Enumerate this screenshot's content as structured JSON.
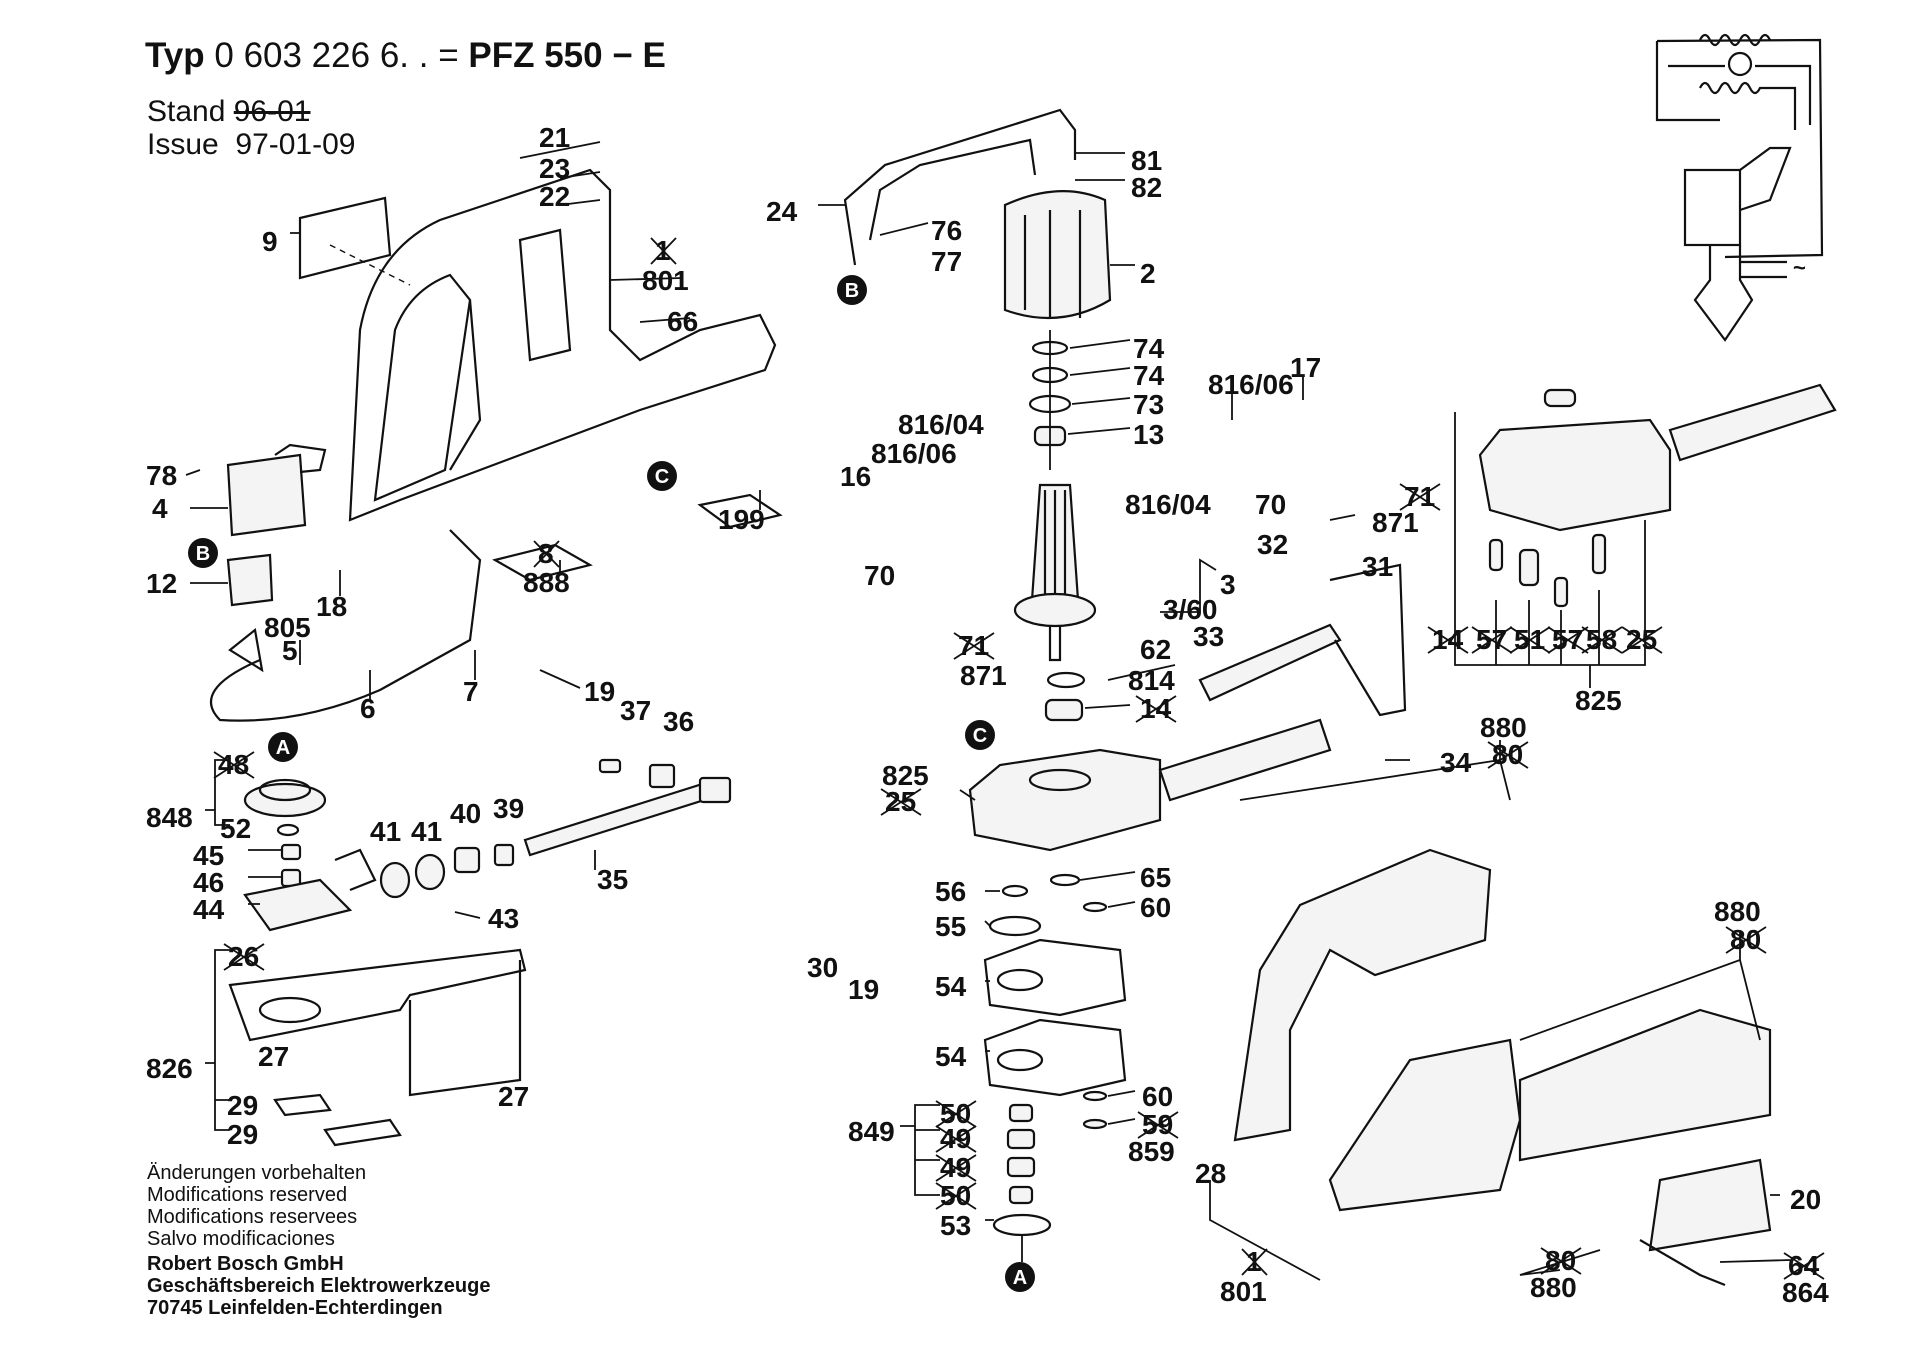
{
  "header": {
    "typ_label": "Typ",
    "type_number": "0 603 226",
    "type_suffix": "6. .",
    "equals": "=",
    "model": "PFZ 550 − E",
    "stand_label": "Stand",
    "stand_value": "96-01",
    "issue_label": "Issue",
    "issue_value": "97-01-09"
  },
  "footer": {
    "lines": [
      "Änderungen vorbehalten",
      "Modifications reserved",
      "Modifications reservees",
      "Salvo modificaciones"
    ],
    "company": [
      "Robert Bosch GmbH",
      "Geschäftsbereich Elektrowerkzeuge",
      "70745 Leinfelden-Echterdingen"
    ]
  },
  "markers": [
    "A",
    "A",
    "B",
    "B",
    "C",
    "C"
  ],
  "part_labels": [
    {
      "text": "21"
    },
    {
      "text": "23"
    },
    {
      "text": "22"
    },
    {
      "text": "9"
    },
    {
      "text": "1",
      "struck": true
    },
    {
      "text": "801"
    },
    {
      "text": "66"
    },
    {
      "text": "78"
    },
    {
      "text": "4"
    },
    {
      "text": "12"
    },
    {
      "text": "18"
    },
    {
      "text": "805"
    },
    {
      "text": "5"
    },
    {
      "text": "6"
    },
    {
      "text": "7"
    },
    {
      "text": "19"
    },
    {
      "text": "8",
      "struck": true
    },
    {
      "text": "888"
    },
    {
      "text": "199"
    },
    {
      "text": "24"
    },
    {
      "text": "81"
    },
    {
      "text": "82"
    },
    {
      "text": "76"
    },
    {
      "text": "77"
    },
    {
      "text": "2"
    },
    {
      "text": "74"
    },
    {
      "text": "74"
    },
    {
      "text": "73"
    },
    {
      "text": "13"
    },
    {
      "text": "816/06"
    },
    {
      "text": "17"
    },
    {
      "text": "816/04"
    },
    {
      "text": "816/06"
    },
    {
      "text": "16"
    },
    {
      "text": "816/04"
    },
    {
      "text": "70"
    },
    {
      "text": "71",
      "struck": true
    },
    {
      "text": "871"
    },
    {
      "text": "70"
    },
    {
      "text": "3"
    },
    {
      "text": "3/60"
    },
    {
      "text": "32"
    },
    {
      "text": "31"
    },
    {
      "text": "33"
    },
    {
      "text": "71",
      "struck": true
    },
    {
      "text": "871"
    },
    {
      "text": "62"
    },
    {
      "text": "814"
    },
    {
      "text": "14",
      "struck": true
    },
    {
      "text": "825"
    },
    {
      "text": "25",
      "struck": true
    },
    {
      "text": "34"
    },
    {
      "text": "880"
    },
    {
      "text": "80",
      "struck": true
    },
    {
      "text": "825"
    },
    {
      "text": "14",
      "struck": true
    },
    {
      "text": "57",
      "struck": true
    },
    {
      "text": "51",
      "struck": true
    },
    {
      "text": "57",
      "struck": true
    },
    {
      "text": "58",
      "struck": true
    },
    {
      "text": "25",
      "struck": true
    },
    {
      "text": "880"
    },
    {
      "text": "80",
      "struck": true
    },
    {
      "text": "20"
    },
    {
      "text": "28"
    },
    {
      "text": "1",
      "struck": true
    },
    {
      "text": "801"
    },
    {
      "text": "80",
      "struck": true
    },
    {
      "text": "880"
    },
    {
      "text": "64",
      "struck": true
    },
    {
      "text": "864"
    },
    {
      "text": "56"
    },
    {
      "text": "65"
    },
    {
      "text": "60"
    },
    {
      "text": "55"
    },
    {
      "text": "30"
    },
    {
      "text": "19"
    },
    {
      "text": "54"
    },
    {
      "text": "54"
    },
    {
      "text": "60"
    },
    {
      "text": "59",
      "struck": true
    },
    {
      "text": "859"
    },
    {
      "text": "849"
    },
    {
      "text": "50",
      "struck": true
    },
    {
      "text": "49",
      "struck": true
    },
    {
      "text": "49",
      "struck": true
    },
    {
      "text": "50",
      "struck": true
    },
    {
      "text": "53"
    },
    {
      "text": "37"
    },
    {
      "text": "36"
    },
    {
      "text": "48",
      "struck": true
    },
    {
      "text": "848"
    },
    {
      "text": "52"
    },
    {
      "text": "45"
    },
    {
      "text": "46"
    },
    {
      "text": "44"
    },
    {
      "text": "41"
    },
    {
      "text": "41"
    },
    {
      "text": "40"
    },
    {
      "text": "39"
    },
    {
      "text": "35"
    },
    {
      "text": "43"
    },
    {
      "text": "26",
      "struck": true
    },
    {
      "text": "826"
    },
    {
      "text": "27"
    },
    {
      "text": "27"
    },
    {
      "text": "29"
    },
    {
      "text": "29"
    }
  ],
  "circuit": {
    "ac_symbol": "~"
  }
}
